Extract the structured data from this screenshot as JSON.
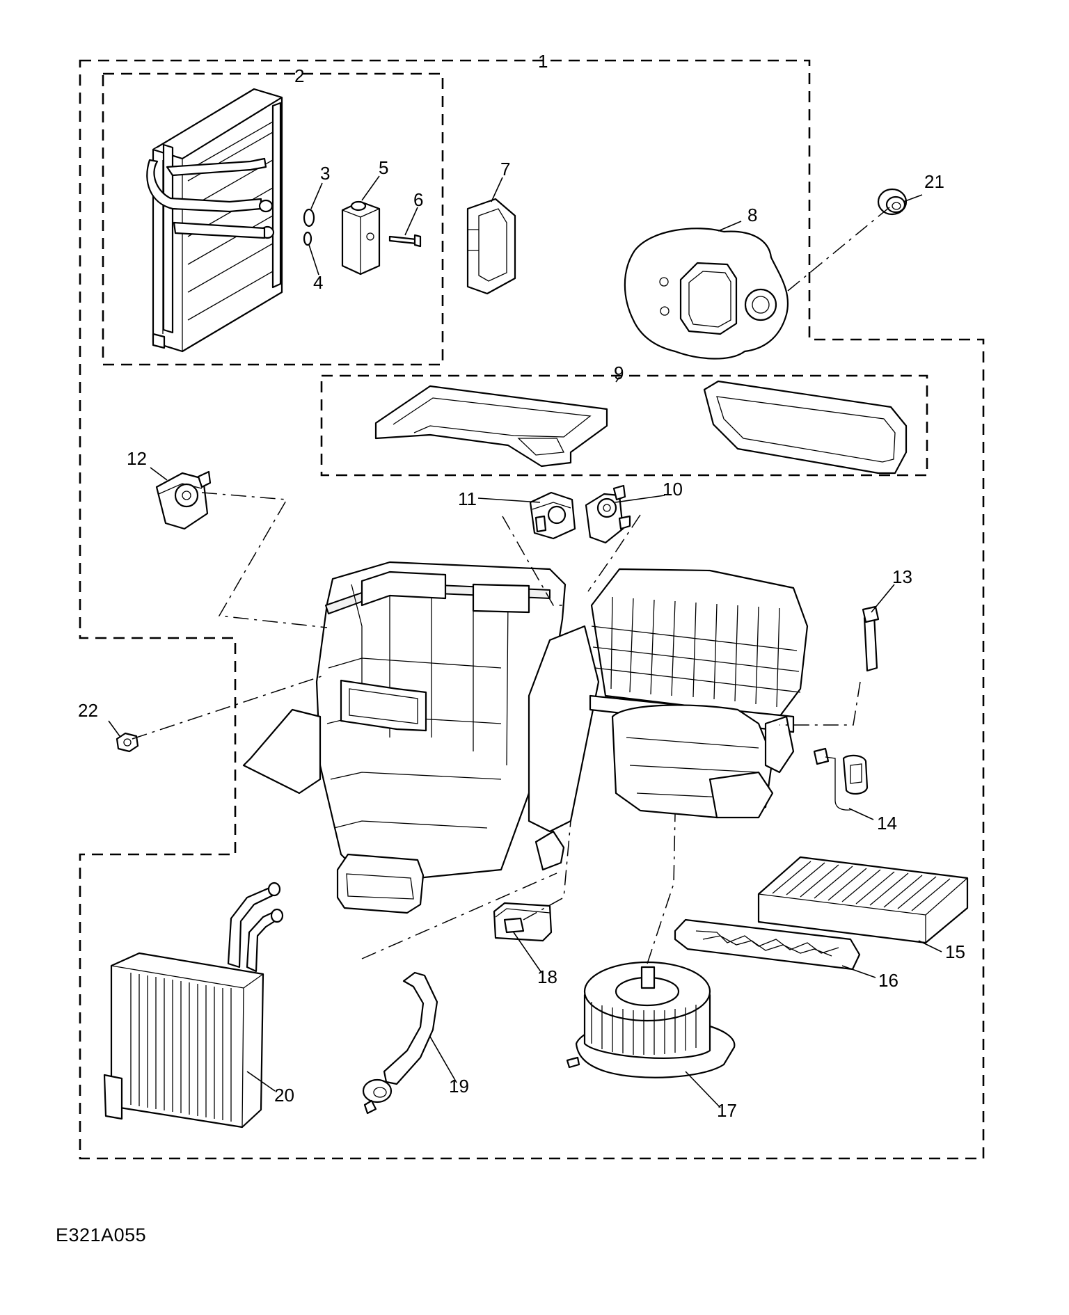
{
  "figure_id": "E321A055",
  "callouts": [
    "1",
    "2",
    "3",
    "4",
    "5",
    "6",
    "7",
    "8",
    "9",
    "10",
    "11",
    "12",
    "13",
    "14",
    "15",
    "16",
    "17",
    "18",
    "19",
    "20",
    "21",
    "22"
  ]
}
